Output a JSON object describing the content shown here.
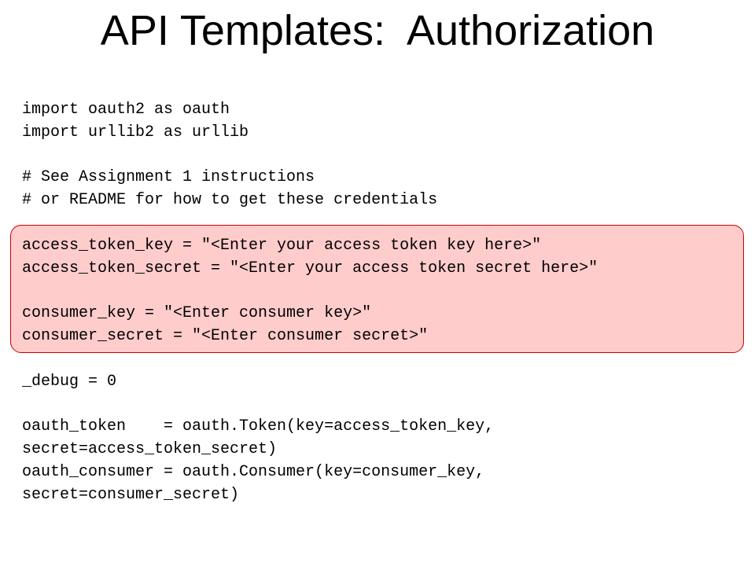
{
  "slide": {
    "title": "API Templates:  Authorization",
    "highlight_color": "#ffcccc",
    "highlight_border": "#cc0000"
  },
  "code": {
    "lines": [
      "import oauth2 as oauth",
      "import urllib2 as urllib",
      "",
      "# See Assignment 1 instructions",
      "# or README for how to get these credentials",
      "",
      "access_token_key = \"<Enter your access token key here>\"",
      "access_token_secret = \"<Enter your access token secret here>\"",
      "",
      "consumer_key = \"<Enter consumer key>\"",
      "consumer_secret = \"<Enter consumer secret>\"",
      "",
      "_debug = 0",
      "",
      "oauth_token    = oauth.Token(key=access_token_key,",
      "secret=access_token_secret)",
      "oauth_consumer = oauth.Consumer(key=consumer_key,",
      "secret=consumer_secret)"
    ]
  }
}
